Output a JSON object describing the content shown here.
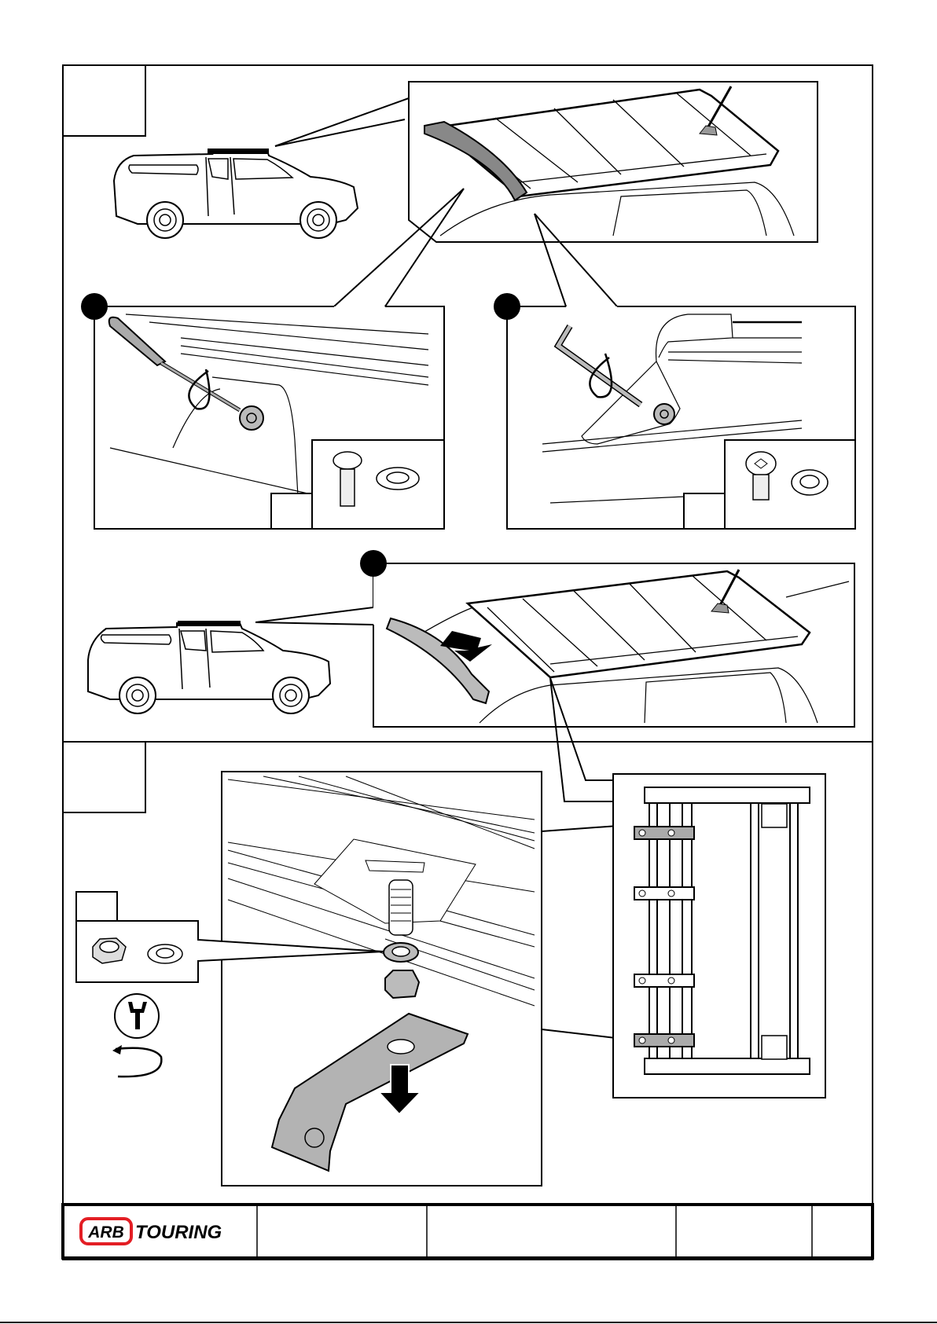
{
  "document": {
    "type": "installation-instructions",
    "brand_logo": {
      "badge": "ARB",
      "wordmark": "TOURING",
      "badge_color": "#e31e24"
    }
  },
  "sections": [
    {
      "step_label": "",
      "panels": [
        {
          "name": "overview-vehicle",
          "callout": "roof-rack-detail"
        },
        {
          "name": "sub-step-a",
          "bullet": "",
          "tool": "phillips-screwdriver",
          "action": "unscrew",
          "parts_label": "",
          "parts": [
            "pan-head-screw",
            "washer"
          ]
        },
        {
          "name": "sub-step-b",
          "bullet": "",
          "tool": "torx-key",
          "action": "unscrew",
          "parts_label": "",
          "parts": [
            "torx-button-screw",
            "washer"
          ]
        },
        {
          "name": "sub-step-c",
          "bullet": "",
          "action": "remove-side-panel"
        }
      ]
    },
    {
      "step_label": "",
      "panels": [
        {
          "name": "mount-underside-detail",
          "action": "remove-bracket",
          "parts_label": "",
          "parts": [
            "nyloc-nut",
            "washer"
          ],
          "tool": "spanner",
          "rotation": "counter-clockwise"
        },
        {
          "name": "rack-top-view",
          "highlighted_brackets": 2,
          "total_brackets": 4
        }
      ]
    }
  ],
  "footer": {
    "cells": [
      "",
      "",
      "",
      ""
    ]
  },
  "colors": {
    "line": "#000000",
    "fill_gray": "#b3b3b3",
    "accent": "#e31e24"
  }
}
